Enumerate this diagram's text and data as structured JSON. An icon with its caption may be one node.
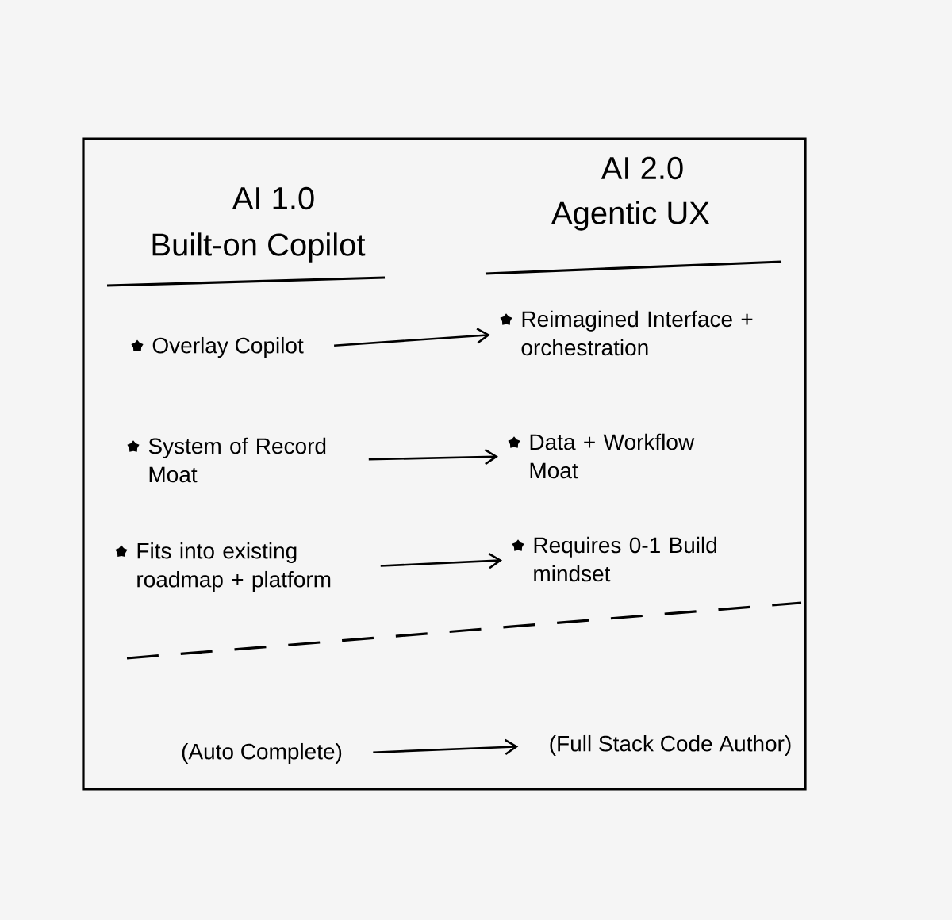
{
  "diagram": {
    "nodes": [
      {
        "text": [],
        "shape": "box"
      },
      {
        "text": [
          "Overlay Copilot"
        ],
        "in": 0
      },
      {
        "text": [
          "Reimagined Interface + orchestration"
        ],
        "in": 0
      },
      {
        "text": [
          "System of Record Moat"
        ],
        "in": 0
      },
      {
        "text": [
          "Data + Workflow Moat"
        ],
        "in": 0
      },
      {
        "text": [
          "Fits into existing roadmap + platform"
        ],
        "in": 0
      },
      {
        "text": [
          "Requires 0-1 Build mindset"
        ],
        "in": 0
      },
      {
        "text": [
          "(Auto Complete)"
        ],
        "in": 0
      },
      {
        "text": [
          "(Full Stack Code Author)"
        ],
        "in": 0
      }
    ],
    "edges": [
      {
        "from": 1,
        "to": 2,
        "arrow": "to"
      },
      {
        "from": 3,
        "to": 4,
        "arrow": "to"
      },
      {
        "from": 5,
        "to": 6,
        "arrow": "to"
      },
      {
        "from": 7,
        "to": 8,
        "arrow": "to"
      }
    ],
    "labels": [
      "AI 1.0",
      "Built-on Copilot",
      "AI 2.0",
      "Agentic UX"
    ]
  }
}
